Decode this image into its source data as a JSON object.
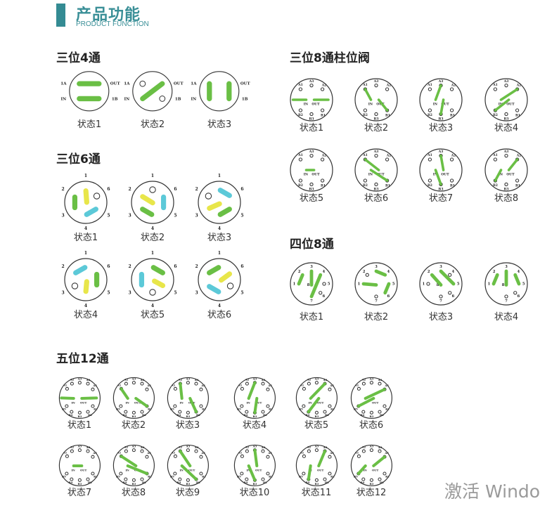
{
  "header": {
    "title": "产品功能",
    "subtitle": "PRODUCT FUNCTION"
  },
  "colors": {
    "accent": "#348b93",
    "green": "#6abf45",
    "yellow": "#e8e64a",
    "cyan": "#5cc9d8"
  },
  "watermark": "激活 Windo",
  "sections": [
    {
      "id": "v34",
      "title": "三位4通",
      "type": "four",
      "port_labels": {
        "1A": "1A",
        "OUT": "OUT",
        "IN": "IN",
        "1B": "1B"
      },
      "states": [
        {
          "label": "状态1",
          "bars": [
            [
              "1A",
              "OUT"
            ],
            [
              "IN",
              "1B"
            ]
          ],
          "holes": []
        },
        {
          "label": "状态2",
          "bars": [
            [
              "IN",
              "OUT"
            ]
          ],
          "holes": [
            "1A",
            "1B"
          ]
        },
        {
          "label": "状态3",
          "bars": [
            [
              "1A",
              "IN"
            ],
            [
              "OUT",
              "1B"
            ]
          ],
          "holes": []
        }
      ]
    },
    {
      "id": "v36",
      "title": "三位6通",
      "type": "six",
      "port_labels": {
        "1": "1",
        "2": "2",
        "3": "3",
        "4": "4",
        "5": "5",
        "6": "6"
      },
      "states": [
        {
          "label": "状态1",
          "bars": [
            [
              "2",
              "3",
              "green"
            ],
            [
              "1",
              "C",
              "yellow"
            ],
            [
              "4",
              "5",
              "cyan"
            ]
          ],
          "holes": [
            "6"
          ]
        },
        {
          "label": "状态2",
          "bars": [
            [
              "2",
              "C",
              "yellow"
            ],
            [
              "3",
              "4",
              "green"
            ],
            [
              "6",
              "5",
              "cyan"
            ]
          ],
          "holes": [
            "1"
          ]
        },
        {
          "label": "状态3",
          "bars": [
            [
              "1",
              "6",
              "cyan"
            ],
            [
              "3",
              "C",
              "yellow"
            ],
            [
              "4",
              "5",
              "green"
            ]
          ],
          "holes": [
            "2"
          ]
        },
        {
          "label": "状态4",
          "bars": [
            [
              "2",
              "1",
              "cyan"
            ],
            [
              "6",
              "5",
              "green"
            ],
            [
              "C",
              "4",
              "yellow"
            ]
          ],
          "holes": [
            "3"
          ]
        },
        {
          "label": "状态5",
          "bars": [
            [
              "2",
              "3",
              "cyan"
            ],
            [
              "1",
              "6",
              "green"
            ],
            [
              "C",
              "5",
              "yellow"
            ]
          ],
          "holes": [
            "4"
          ]
        },
        {
          "label": "状态6",
          "bars": [
            [
              "2",
              "1",
              "green"
            ],
            [
              "C",
              "6",
              "yellow"
            ],
            [
              "3",
              "4",
              "cyan"
            ]
          ],
          "holes": [
            "5"
          ]
        }
      ]
    },
    {
      "id": "v38",
      "title": "三位8通柱位阀",
      "type": "eight",
      "port_labels": {
        "A1": "A1",
        "A3": "A3",
        "A2": "A2",
        "B2": "B2",
        "B3": "B3",
        "B1": "B1",
        "IN": "IN",
        "OUT": "OUT"
      },
      "states": [
        {
          "label": "状态1",
          "bars": [
            [
              "L",
              "IN"
            ],
            [
              "OUT",
              "R"
            ]
          ]
        },
        {
          "label": "状态2",
          "bars": [
            [
              "A1",
              "IN"
            ],
            [
              "OUT",
              "B1"
            ]
          ]
        },
        {
          "label": "状态3",
          "bars": [
            [
              "IN",
              "A3"
            ],
            [
              "OUT",
              "B3"
            ]
          ]
        },
        {
          "label": "状态4",
          "bars": [
            [
              "IN",
              "A2"
            ],
            [
              "B2",
              "OUT"
            ]
          ]
        },
        {
          "label": "状态5",
          "bars": [
            [
              "IN",
              "OUT"
            ]
          ]
        },
        {
          "label": "状态6",
          "bars": [
            [
              "A1",
              "OUT"
            ],
            [
              "IN",
              "B1"
            ]
          ]
        },
        {
          "label": "状态7",
          "bars": [
            [
              "OUT",
              "A3"
            ],
            [
              "IN",
              "B3"
            ]
          ]
        },
        {
          "label": "状态8",
          "bars": [
            [
              "IN",
              "B2"
            ],
            [
              "OUT",
              "A2"
            ]
          ]
        }
      ]
    },
    {
      "id": "v48",
      "title": "四位8通",
      "type": "four8",
      "port_labels": {
        "1": "1",
        "2": "2",
        "3": "3",
        "4": "4",
        "5": "5",
        "6": "6",
        "7": "7",
        "8": "8"
      },
      "states": [
        {
          "label": "状态1",
          "bars": [
            [
              "1",
              "2"
            ],
            [
              "3",
              "8"
            ],
            [
              "4",
              "7"
            ]
          ],
          "holes": [
            "5",
            "6"
          ]
        },
        {
          "label": "状态2",
          "bars": [
            [
              "1",
              "8"
            ],
            [
              "3",
              "4"
            ],
            [
              "5",
              "6"
            ]
          ],
          "holes": [
            "2",
            "7"
          ]
        },
        {
          "label": "状态3",
          "bars": [
            [
              "2",
              "8"
            ],
            [
              "3",
              "5"
            ]
          ],
          "holes": [
            "1",
            "4",
            "6",
            "7"
          ]
        },
        {
          "label": "状态4",
          "bars": [
            [
              "1",
              "2"
            ],
            [
              "3",
              "8"
            ],
            [
              "4",
              "5"
            ]
          ],
          "holes": [
            "6",
            "7"
          ]
        }
      ]
    },
    {
      "id": "v512",
      "title": "五位12通",
      "type": "twelve",
      "port_labels": {
        "A1": "A1",
        "A2": "A2",
        "A3": "A3",
        "A4": "A4",
        "A5": "A5",
        "B1": "B1",
        "B2": "B2",
        "B3": "B3",
        "B4": "B4",
        "B5": "B5",
        "IN": "IN",
        "OUT": "OUT"
      },
      "states": [
        {
          "label": "状态1",
          "bars": [
            [
              "L",
              "IN"
            ],
            [
              "OUT",
              "R"
            ]
          ]
        },
        {
          "label": "状态2",
          "bars": [
            [
              "A1",
              "IN"
            ],
            [
              "OUT",
              "B1"
            ]
          ]
        },
        {
          "label": "状态3",
          "bars": [
            [
              "A2",
              "IN"
            ],
            [
              "OUT",
              "B2"
            ]
          ]
        },
        {
          "label": "状态4",
          "bars": [
            [
              "IN",
              "A3"
            ],
            [
              "OUT",
              "B3"
            ]
          ]
        },
        {
          "label": "状态5",
          "bars": [
            [
              "IN",
              "A4"
            ],
            [
              "OUT",
              "B4"
            ]
          ]
        },
        {
          "label": "状态6",
          "bars": [
            [
              "IN",
              "A5"
            ],
            [
              "OUT",
              "B5"
            ]
          ]
        },
        {
          "label": "状态7",
          "bars": [
            [
              "IN",
              "OUT"
            ]
          ]
        },
        {
          "label": "状态8",
          "bars": [
            [
              "A1",
              "OUT"
            ],
            [
              "IN",
              "B1"
            ]
          ]
        },
        {
          "label": "状态9",
          "bars": [
            [
              "A2",
              "OUT"
            ],
            [
              "IN",
              "B2"
            ]
          ]
        },
        {
          "label": "状态10",
          "bars": [
            [
              "OUT",
              "A3"
            ],
            [
              "IN",
              "B3"
            ]
          ]
        },
        {
          "label": "状态11",
          "bars": [
            [
              "OUT",
              "A4"
            ],
            [
              "IN",
              "B4"
            ]
          ]
        },
        {
          "label": "状态12",
          "bars": [
            [
              "OUT",
              "A5"
            ],
            [
              "IN",
              "B5"
            ]
          ]
        }
      ]
    }
  ]
}
